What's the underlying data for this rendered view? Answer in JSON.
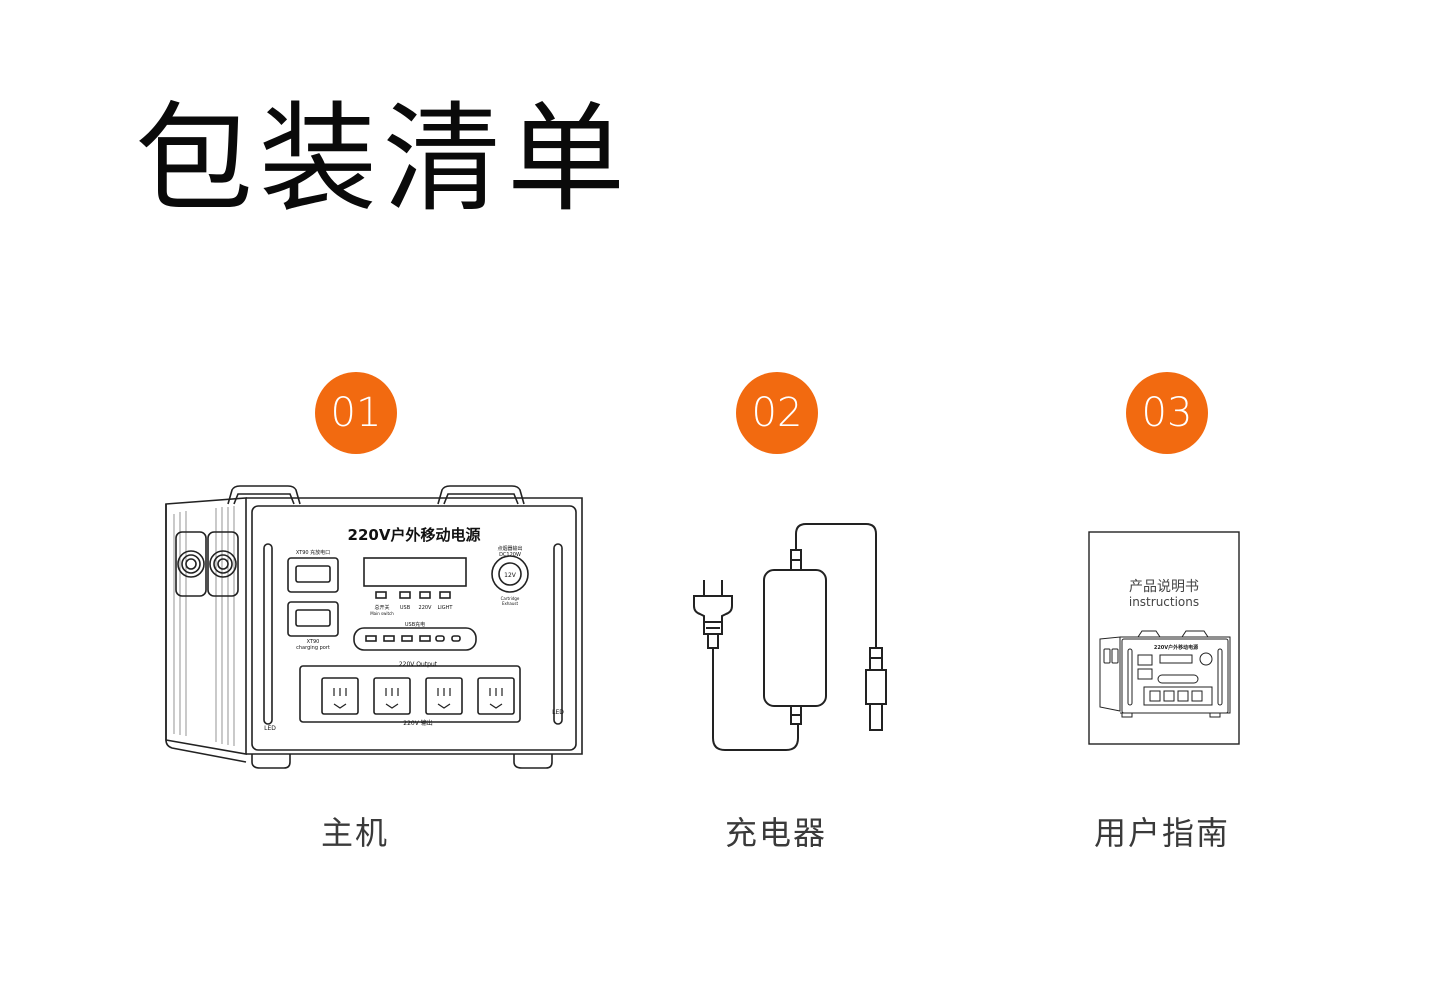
{
  "title": "包装清单",
  "accent_color": "#f26a10",
  "items": [
    {
      "number": "01",
      "label": "主机",
      "icon": "power-station-illustration",
      "device_title": "220V户外移动电源",
      "xt90_label": "XT90 充放电口",
      "xt90_en": "XT90",
      "xt90_en2": "charging port",
      "main_switch": "总开关",
      "main_switch_en": "Main switch",
      "usb": "USB",
      "v220": "220V",
      "light": "LIGHT",
      "car_port": "点烟器输出",
      "car_port_sub": "DC120W",
      "car_volt": "12V",
      "car_en": "Cartridge",
      "car_en2": "Exhaust",
      "usb_charge": "USB充电",
      "output_en": "220V Output",
      "output_cn": "220V 输出",
      "led_left": "LED",
      "led_right": "LED"
    },
    {
      "number": "02",
      "label": "充电器",
      "icon": "charger-illustration"
    },
    {
      "number": "03",
      "label": "用户指南",
      "icon": "manual-illustration",
      "manual_cn": "产品说明书",
      "manual_en": "instructions",
      "mini_title": "220V户外移动电源"
    }
  ]
}
